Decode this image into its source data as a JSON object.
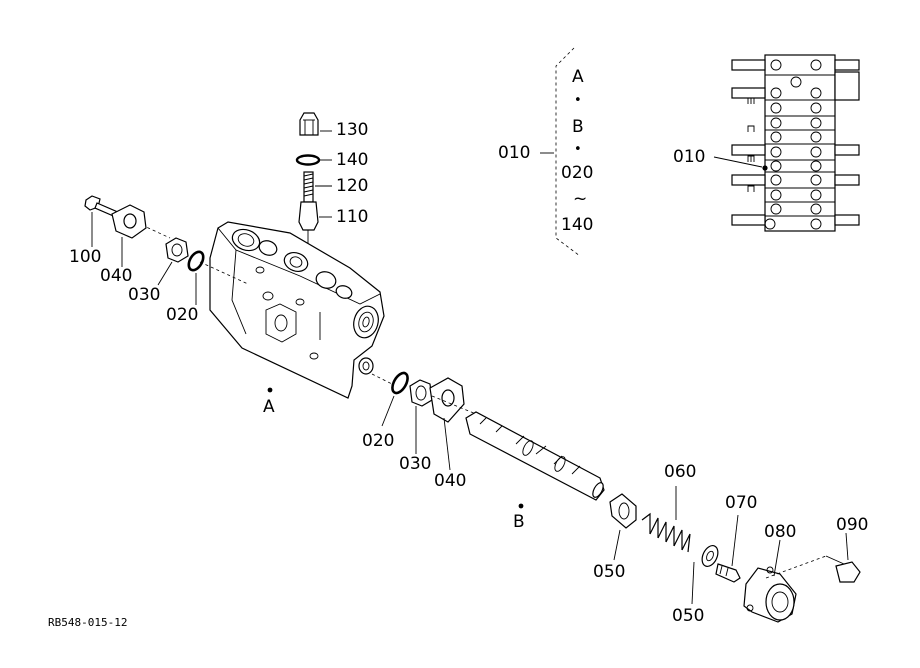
{
  "diagram": {
    "part_labels": {
      "p130": "130",
      "p140": "140",
      "p120": "120",
      "p110": "110",
      "p100": "100",
      "p040_left": "040",
      "p030_left": "030",
      "p020_left": "020",
      "pA": "A",
      "p020_mid": "020",
      "p030_mid": "030",
      "p040_mid": "040",
      "pB": "B",
      "p060": "060",
      "p050_a": "050",
      "p050_b": "050",
      "p070": "070",
      "p080": "080",
      "p090": "090"
    },
    "legend": {
      "assembly": "010",
      "items": [
        "A",
        "•",
        "B",
        "•",
        "020",
        "~",
        "140"
      ]
    },
    "stack": {
      "label": "010"
    },
    "reference_code": "RB548-015-12"
  }
}
